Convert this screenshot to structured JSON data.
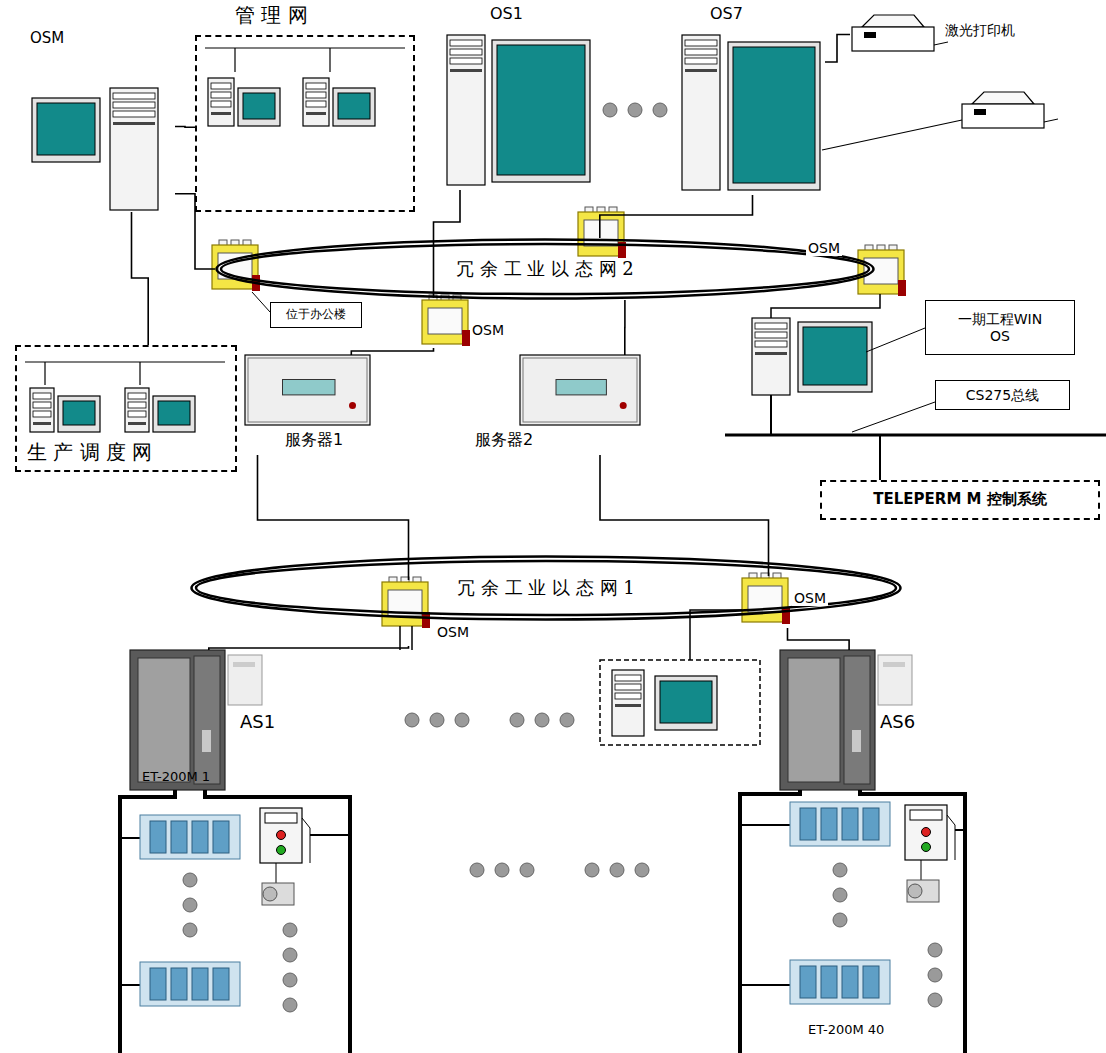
{
  "diagram": {
    "nodes": [
      {
        "text": [
          "管 理 网"
        ]
      },
      {
        "text": [
          "生 产 调 度 网"
        ]
      },
      {
        "text": [
          "OS1"
        ]
      },
      {
        "text": [
          "OS7"
        ]
      },
      {
        "text": [
          "激光打印机"
        ]
      },
      {
        "text": [
          "OSM"
        ]
      },
      {
        "text": [
          "冗 余 工 业 以 态 网 2"
        ]
      },
      {
        "text": [
          "位于办公楼"
        ]
      },
      {
        "text": [
          "OSM"
        ]
      },
      {
        "text": [
          "OSM"
        ]
      },
      {
        "text": [
          "一期工程WIN OS"
        ]
      },
      {
        "text": [
          "服务器1"
        ]
      },
      {
        "text": [
          "服务器2"
        ]
      },
      {
        "text": [
          "冗 余 工 业 以 态 网 1"
        ]
      },
      {
        "text": [
          "OSM"
        ]
      },
      {
        "text": [
          "OSM"
        ]
      },
      {
        "text": [
          "AS1"
        ]
      },
      {
        "text": [
          "AS6"
        ]
      },
      {
        "text": [
          "ET-200M 1"
        ]
      },
      {
        "text": [
          "ET-200M 40"
        ]
      },
      {
        "text": [
          "TELEPERM M 控制系统"
        ]
      },
      {
        "text": [
          "CS275总线"
        ]
      }
    ],
    "edges": [
      {
        "from": 0,
        "to": 5,
        "arrow": "none"
      },
      {
        "from": 1,
        "to": 5,
        "arrow": "none"
      },
      {
        "from": 5,
        "to": 6,
        "arrow": "none"
      },
      {
        "from": 2,
        "to": 8,
        "arrow": "none"
      },
      {
        "from": 3,
        "to": 6,
        "arrow": "none"
      },
      {
        "from": 4,
        "to": 3,
        "arrow": "none"
      },
      {
        "from": 8,
        "to": 11,
        "arrow": "none"
      },
      {
        "from": 12,
        "to": 6,
        "arrow": "none"
      },
      {
        "from": 11,
        "to": 14,
        "arrow": "none"
      },
      {
        "from": 12,
        "to": 15,
        "arrow": "none"
      },
      {
        "from": 14,
        "to": 16,
        "arrow": "none"
      },
      {
        "from": 15,
        "to": 17,
        "arrow": "none"
      }
    ]
  }
}
